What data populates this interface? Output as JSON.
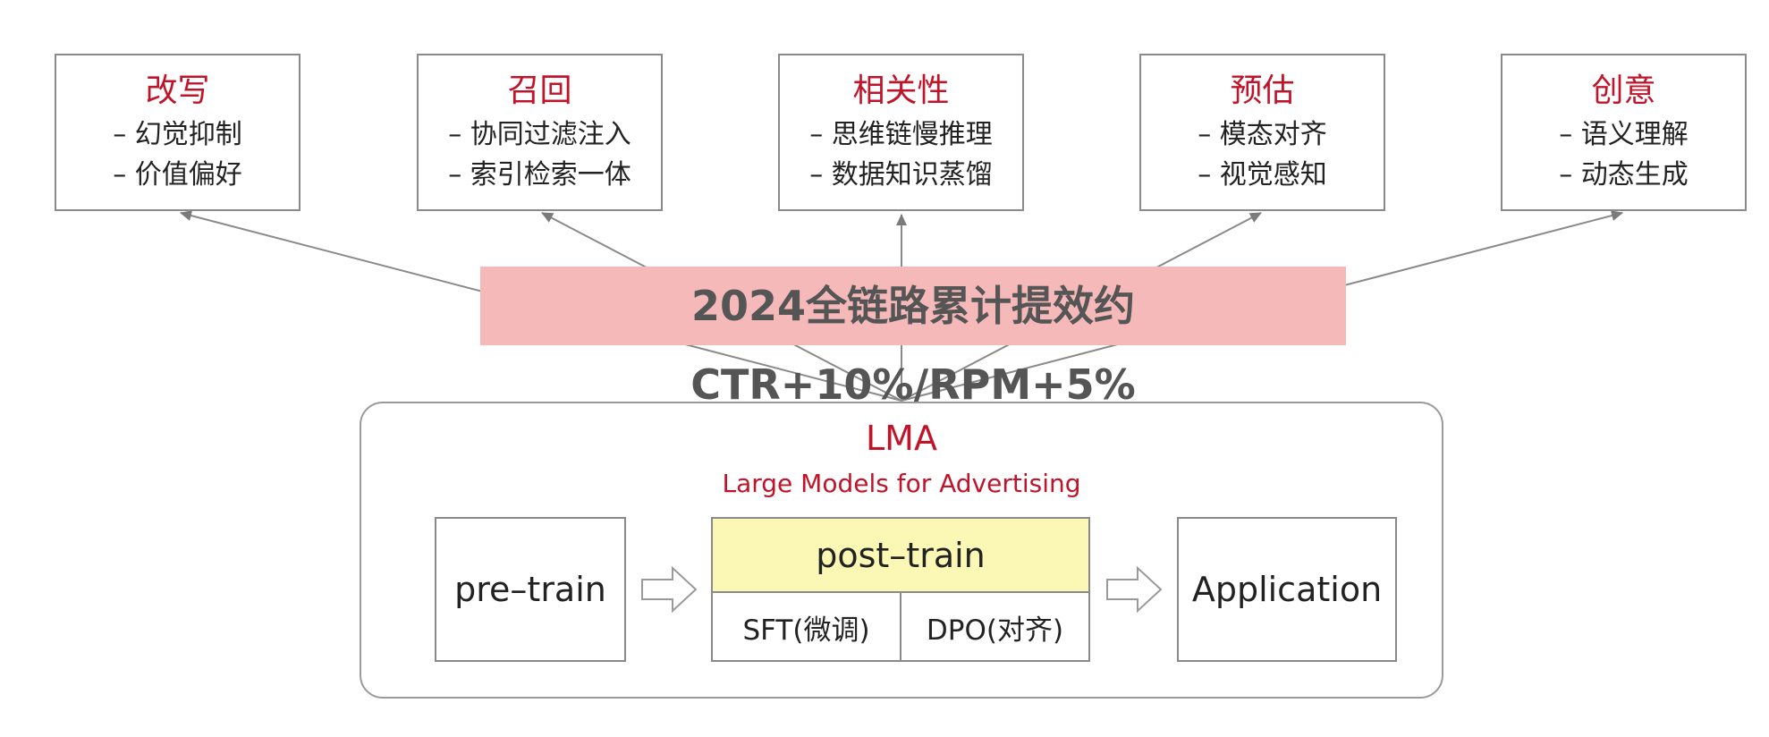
{
  "capabilities": [
    {
      "title": "改写",
      "items": [
        "– 幻觉抑制",
        "– 价值偏好"
      ]
    },
    {
      "title": "召回",
      "items": [
        "– 协同过滤注入",
        "– 索引检索一体"
      ]
    },
    {
      "title": "相关性",
      "items": [
        "– 思维链慢推理",
        "– 数据知识蒸馏"
      ]
    },
    {
      "title": "预估",
      "items": [
        "– 模态对齐",
        "– 视觉感知"
      ]
    },
    {
      "title": "创意",
      "items": [
        "– 语义理解",
        "– 动态生成"
      ]
    }
  ],
  "banner": {
    "text": "2024全链路累计提效约 CTR+10%/RPM+5%"
  },
  "lma": {
    "title": "LMA",
    "subtitle": "Large Models for Advertising"
  },
  "stages": {
    "pretrain": "pre–train",
    "posttrain": "post–train",
    "sft": "SFT(微调)",
    "dpo": "DPO(对齐)",
    "application": "Application"
  },
  "colors": {
    "accent_red": "#c0142b",
    "banner_bg": "#f6b9b9",
    "posttrain_bg": "#fbf7b4",
    "border_gray": "#8a8a8a",
    "arrow_gray": "#7a7a7a"
  }
}
